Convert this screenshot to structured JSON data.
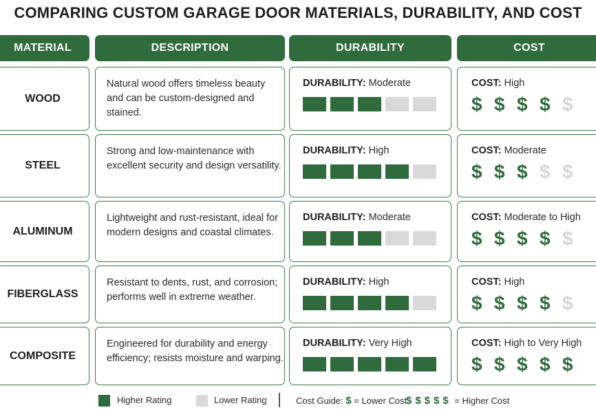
{
  "title": "COMPARING CUSTOM GARAGE DOOR MATERIALS, DURABILITY, AND COST",
  "headers": {
    "material": "MATERIAL",
    "description": "DESCRIPTION",
    "durability": "DURABILITY",
    "cost": "COST"
  },
  "labels": {
    "durability_prefix": "DURABILITY:",
    "cost_prefix": "COST:"
  },
  "rows": [
    {
      "material": "WOOD",
      "description": "Natural wood offers timeless beauty and can be custom-designed and stained.",
      "durability": "Moderate",
      "durability_rating": 3,
      "cost": "High",
      "cost_rating": 4
    },
    {
      "material": "STEEL",
      "description": "Strong and low-maintenance with excellent security and design versatility.",
      "durability": "High",
      "durability_rating": 4,
      "cost": "Moderate",
      "cost_rating": 3
    },
    {
      "material": "ALUMINUM",
      "description": "Lightweight and rust-resistant, ideal for modern designs and coastal climates.",
      "durability": "Moderate",
      "durability_rating": 3,
      "cost": "Moderate to High",
      "cost_rating": 4
    },
    {
      "material": "FIBERGLASS",
      "description": "Resistant to dents, rust, and corrosion; performs well in extreme weather.",
      "durability": "High",
      "durability_rating": 4,
      "cost": "High",
      "cost_rating": 4
    },
    {
      "material": "COMPOSITE",
      "description": "Engineered for durability and energy efficiency; resists moisture and warping.",
      "durability": "Very High",
      "durability_rating": 5,
      "cost": "High to Very High",
      "cost_rating": 5
    }
  ],
  "rating_max": 5,
  "legend": {
    "higher": "Higher Rating",
    "lower": "Lower Rating",
    "cost_guide": "Cost Guide:",
    "dollar_symbol": "$",
    "lower_cost": "= Lower Cost",
    "dollar_symbols": "$$$$$",
    "higher_cost": "= Higher Cost"
  },
  "colors": {
    "accent_green": "#2f6b3c",
    "inactive_gray": "#d9d9d9",
    "inactive_dollar": "#d6d6d6"
  }
}
